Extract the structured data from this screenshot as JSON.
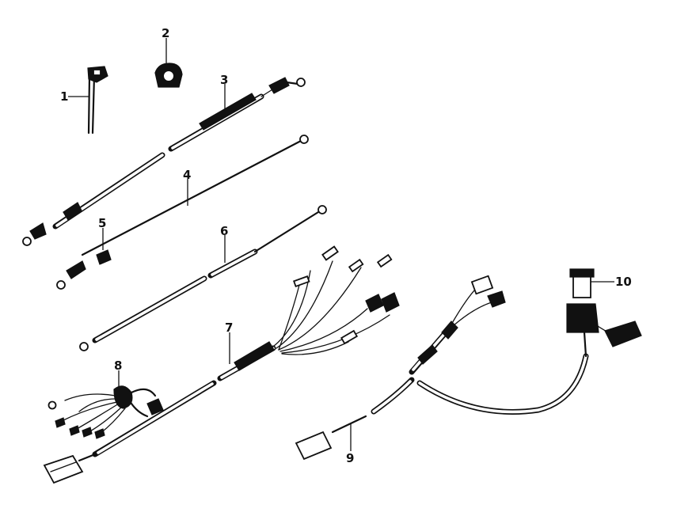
{
  "labels": {
    "item_1": "1",
    "item_2": "2",
    "item_3": "3",
    "item_4": "4",
    "item_5": "5",
    "item_6": "6",
    "item_7": "7",
    "item_8": "8",
    "item_9": "9",
    "item_10": "10"
  }
}
